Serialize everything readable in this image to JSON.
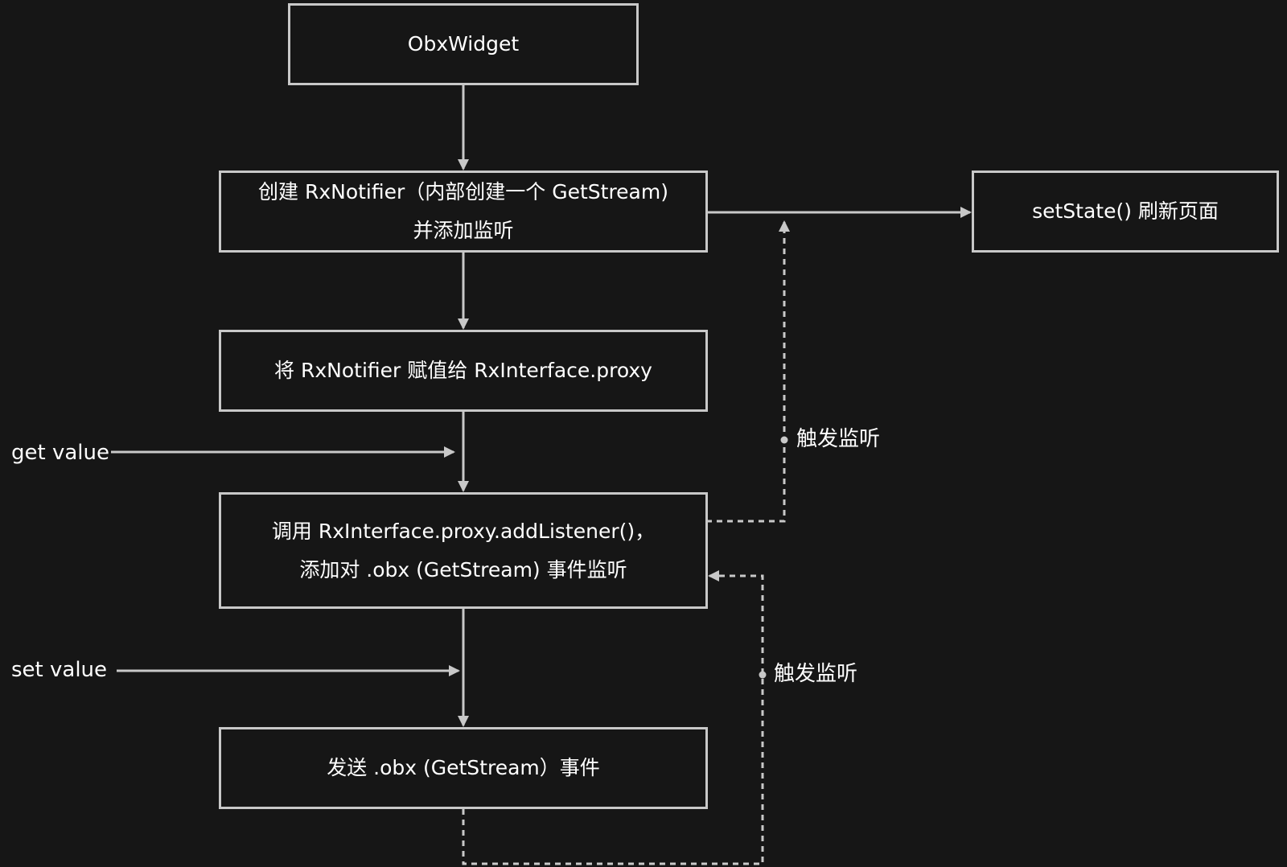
{
  "nodes": {
    "obx_widget": {
      "lines": [
        "ObxWidget"
      ]
    },
    "create_notifier": {
      "lines": [
        "创建 RxNotifier（内部创建一个 GetStream)",
        "并添加监听"
      ]
    },
    "assign_proxy": {
      "lines": [
        "将 RxNotifier 赋值给 RxInterface.proxy"
      ]
    },
    "add_listener": {
      "lines": [
        "调用 RxInterface.proxy.addListener()，",
        "添加对 .obx (GetStream) 事件监听"
      ]
    },
    "send_event": {
      "lines": [
        "发送 .obx (GetStream）事件"
      ]
    },
    "set_state": {
      "lines": [
        "setState() 刷新页面"
      ]
    }
  },
  "inputs": {
    "get_value": "get value",
    "set_value": "set value"
  },
  "edge_labels": {
    "trigger_upper": "触发监听",
    "trigger_lower": "触发监听"
  },
  "colors": {
    "background": "#161616",
    "stroke": "#c8c8c8",
    "text": "#ffffff"
  }
}
